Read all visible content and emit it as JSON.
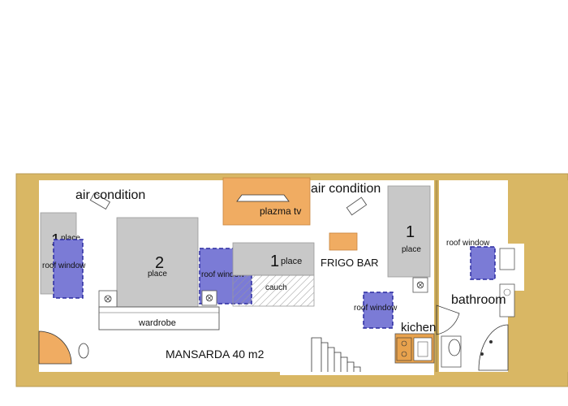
{
  "plan": {
    "title": "MANSARDA 40 m2",
    "colors": {
      "wall": "#d9b764",
      "wall_border": "#b89a50",
      "bed": "#c8c8c8",
      "roof_window": "#7b7bd6",
      "roof_window_border": "#2b2ba0",
      "tv": "#f0ac62",
      "frigo": "#f0ac62",
      "kitchen": "#e8a24d"
    },
    "labels": {
      "air_condition_left": "air condition",
      "air_condition_right": "air condition",
      "plazma_tv": "plazma tv",
      "frigo_bar": "FRIGO BAR",
      "kitchen": "kichen",
      "bathroom": "bathroom",
      "wardrobe": "wardrobe",
      "couch": "cauch",
      "roof_window": "roof window",
      "bed_left_num": "1",
      "bed_left_text": "place",
      "bed_double_num": "2",
      "bed_double_text": "place",
      "bed_center_num": "1",
      "bed_center_text": "place",
      "bed_right_num": "1",
      "bed_right_text": "place"
    }
  }
}
